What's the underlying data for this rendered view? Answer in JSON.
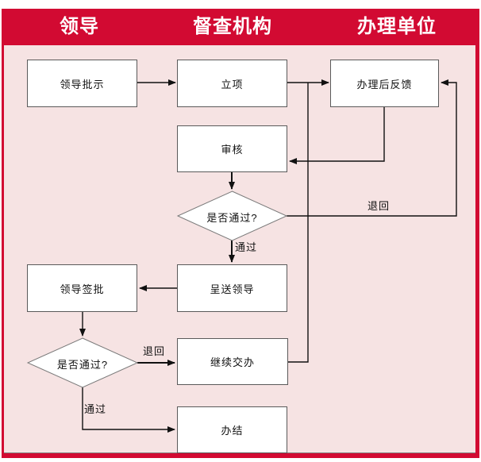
{
  "header": {
    "columns": [
      {
        "id": "leader",
        "label": "领导"
      },
      {
        "id": "supervision-agency",
        "label": "督查机构"
      },
      {
        "id": "handling-unit",
        "label": "办理单位"
      }
    ]
  },
  "flowchart": {
    "nodes": [
      {
        "id": "leader-instruction",
        "type": "process",
        "label": "领导批示"
      },
      {
        "id": "project-initiation",
        "type": "process",
        "label": "立项"
      },
      {
        "id": "post-handling-feedback",
        "type": "process",
        "label": "办理后反馈"
      },
      {
        "id": "review",
        "type": "process",
        "label": "审核"
      },
      {
        "id": "review-decision",
        "type": "decision",
        "label": "是否通过?"
      },
      {
        "id": "submit-to-leader",
        "type": "process",
        "label": "呈送领导"
      },
      {
        "id": "leader-sign-approval",
        "type": "process",
        "label": "领导签批"
      },
      {
        "id": "approval-decision",
        "type": "decision",
        "label": "是否通过?"
      },
      {
        "id": "continue-assignment",
        "type": "process",
        "label": "继续交办"
      },
      {
        "id": "conclude",
        "type": "process",
        "label": "办结"
      }
    ],
    "edge_labels": [
      {
        "id": "return-to-feedback",
        "label": "退回"
      },
      {
        "id": "pass-to-submit",
        "label": "通过"
      },
      {
        "id": "return-to-continue",
        "label": "退回"
      },
      {
        "id": "pass-to-conclude",
        "label": "通过"
      }
    ]
  },
  "colors": {
    "accent_red": "#D20A32",
    "panel_pink": "#F6E3E3",
    "box_border": "#5A5A5A",
    "line_black": "#111111"
  }
}
